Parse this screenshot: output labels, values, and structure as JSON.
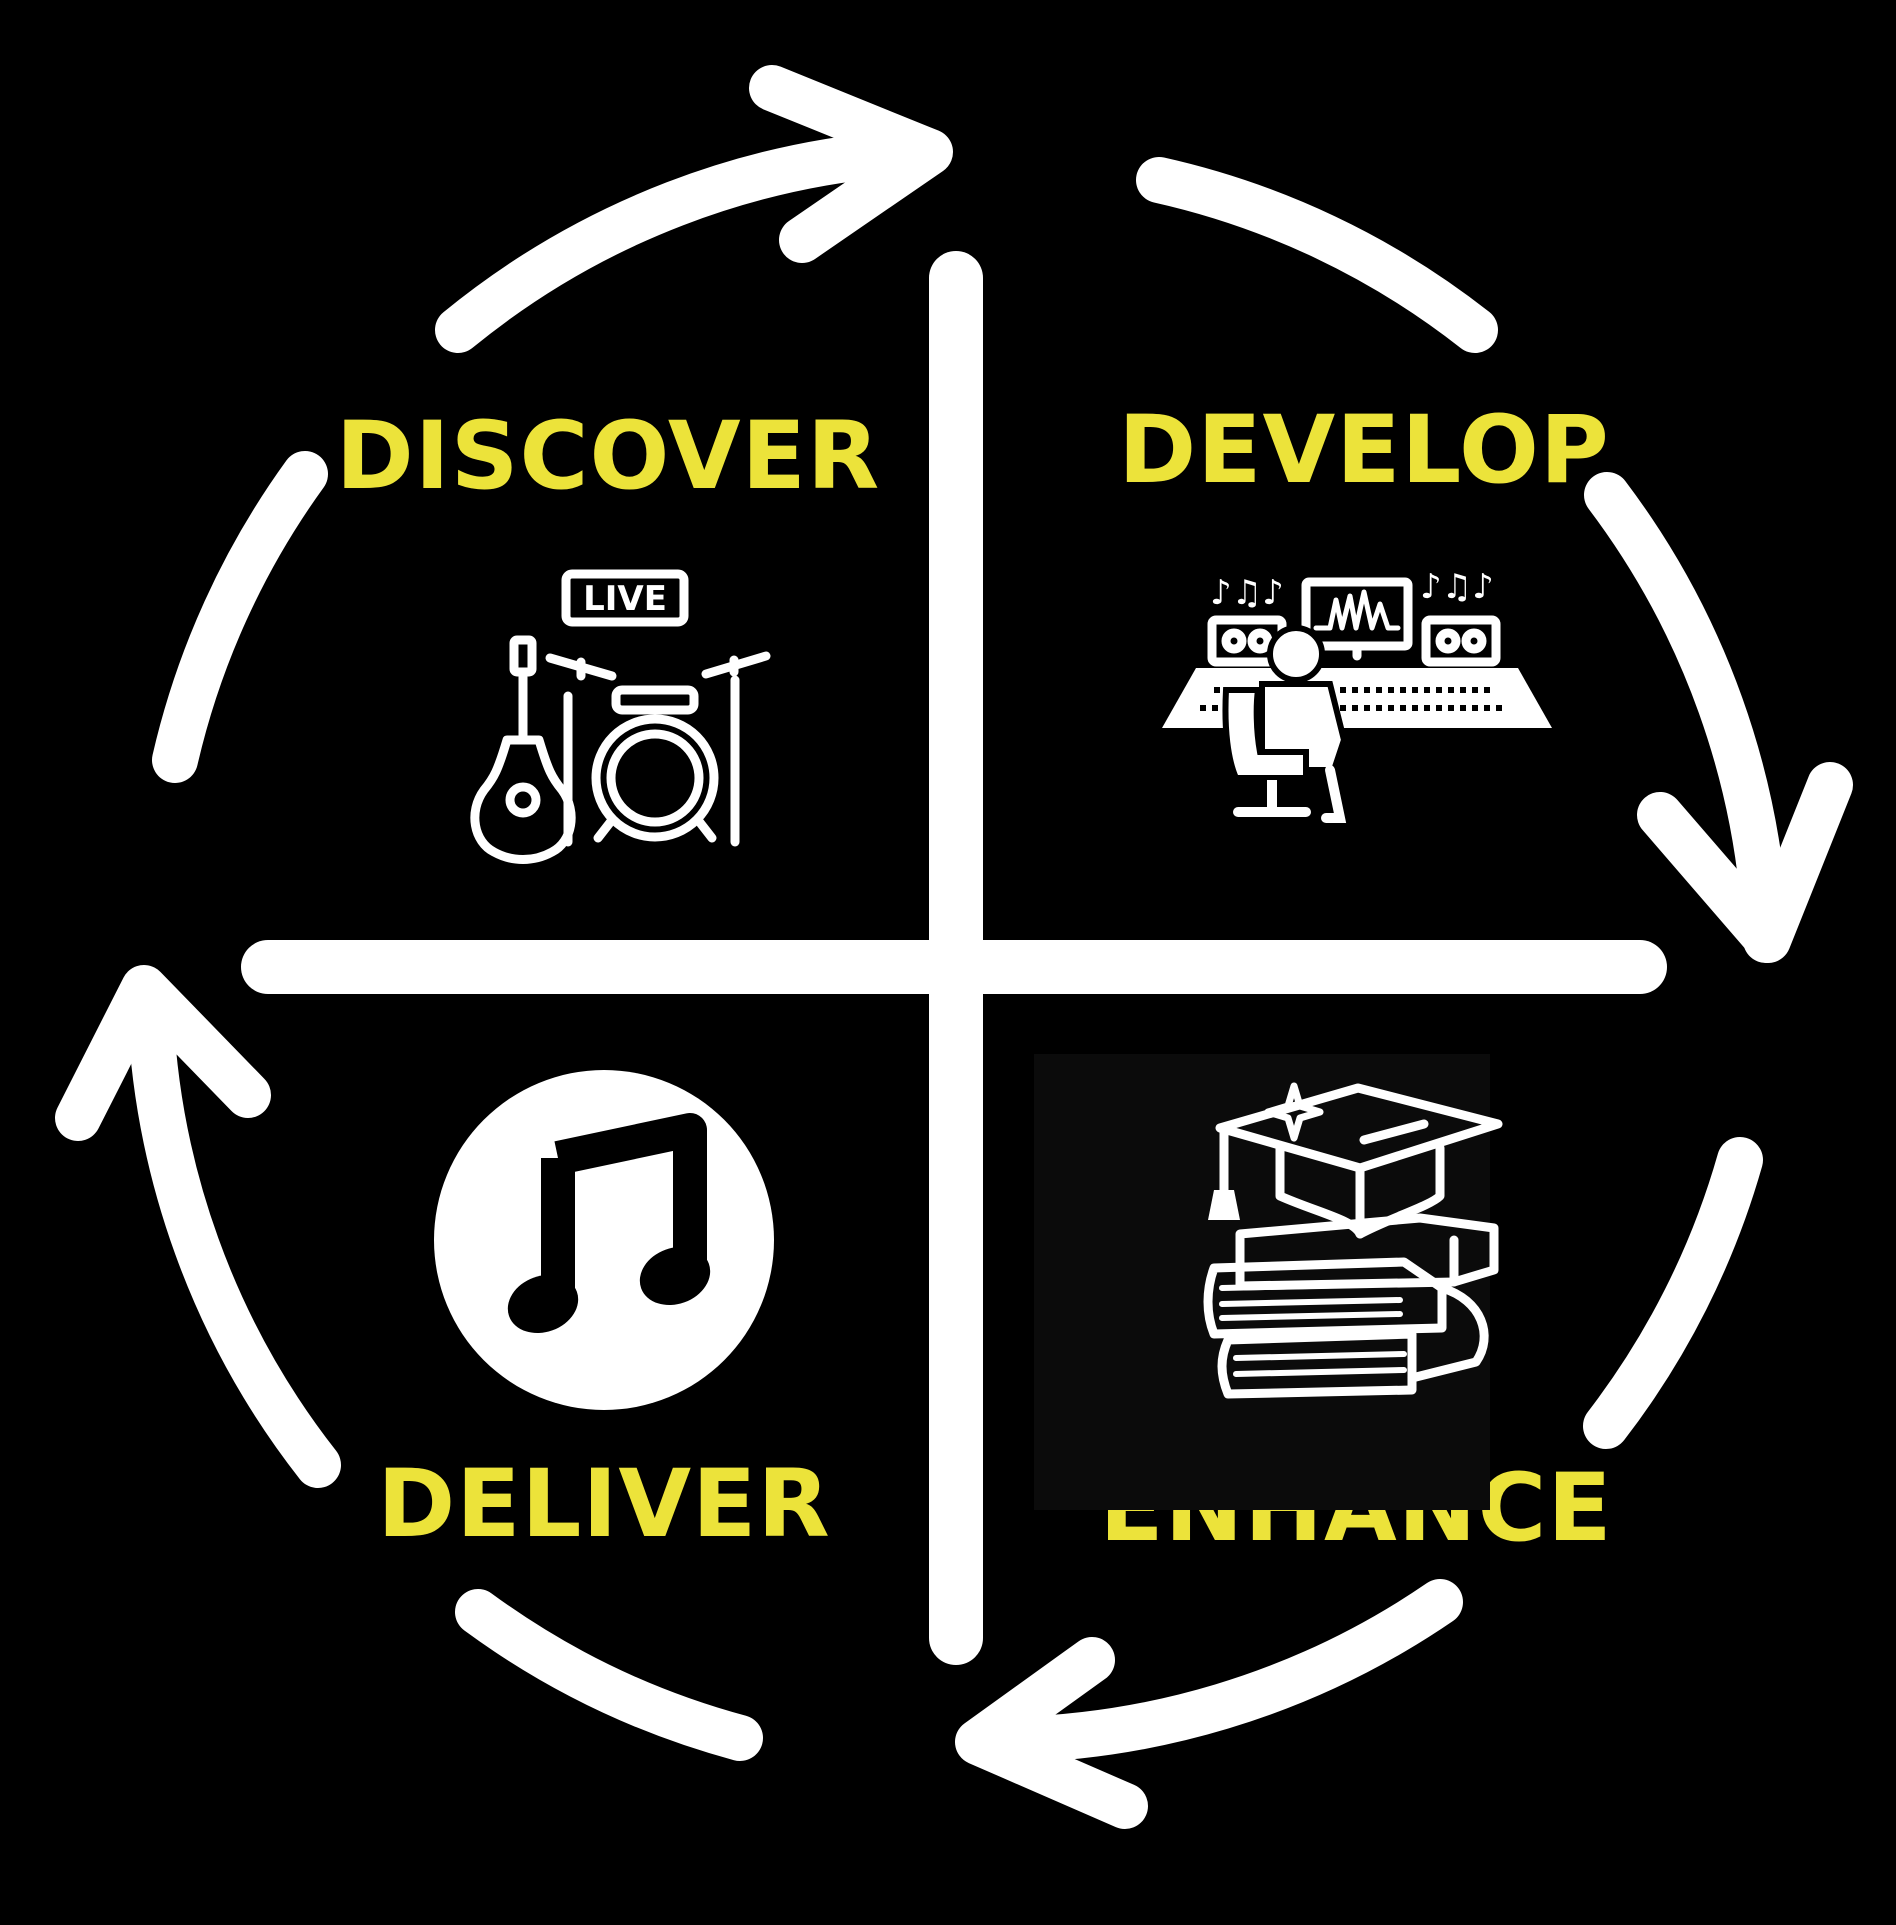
{
  "colors": {
    "background": "#000000",
    "ring": "#ffffff",
    "label": "#ece33a"
  },
  "quadrants": {
    "discover": {
      "label": "DISCOVER",
      "icon": "live-band-icon",
      "badge": "LIVE"
    },
    "develop": {
      "label": "DEVELOP",
      "icon": "recording-studio-icon"
    },
    "deliver": {
      "label": "DELIVER",
      "icon": "music-note-icon"
    },
    "enhance": {
      "label": "ENHANCE",
      "icon": "graduation-books-icon"
    }
  },
  "cycle": {
    "direction": "clockwise",
    "order": [
      "DISCOVER",
      "DEVELOP",
      "ENHANCE",
      "DELIVER"
    ]
  }
}
